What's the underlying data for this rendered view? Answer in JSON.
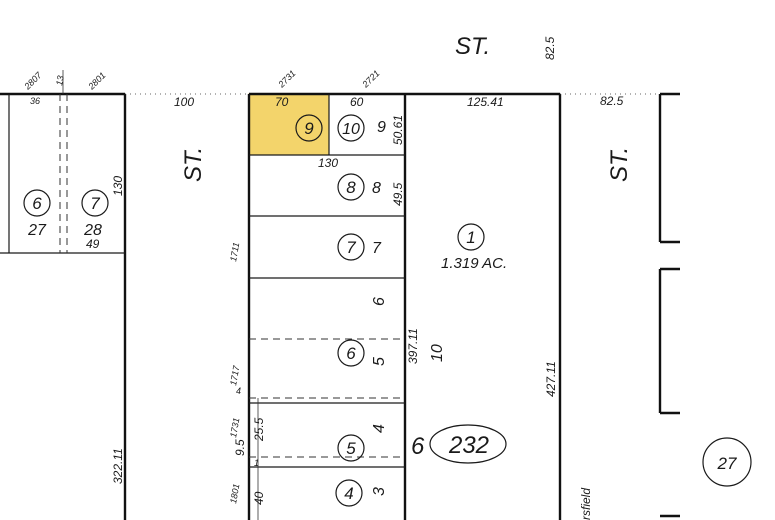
{
  "map": {
    "highlight_color": "#f3d46b",
    "highlighted_parcel": "9",
    "streets": {
      "top": "ST.",
      "left_vertical": "ST.",
      "right_vertical": "ST.",
      "bottom_right_partial": "rsfield"
    },
    "block": {
      "prefix": "6",
      "number": "232",
      "neighbor_block": "27"
    },
    "dims": {
      "top_right_825": "82.5",
      "right_825": "82.5",
      "d100": "100",
      "d70": "70",
      "d60": "60",
      "d12541": "125.41",
      "d5061": "50.61",
      "d130_top": "130",
      "d130_left": "130",
      "d495": "49.5",
      "d49": "49",
      "d39711": "397.11",
      "d42711": "427.11",
      "d32211": "322.11",
      "d255": "25.5",
      "d95": "9.5",
      "d40": "40"
    },
    "addresses": {
      "a2807": "2807",
      "a13": "13",
      "a2801": "2801",
      "a2731": "2731",
      "a2721": "2721",
      "a1711": "1711",
      "a1717": "1717",
      "a1731": "1731",
      "a1801": "1801"
    },
    "parcels_left": [
      {
        "circle": "6",
        "lot": "27"
      },
      {
        "circle": "7",
        "lot": "28"
      }
    ],
    "parcels_main": [
      {
        "circle": "9",
        "lot": ""
      },
      {
        "circle": "10",
        "lot": "9"
      },
      {
        "circle": "8",
        "lot": "8"
      },
      {
        "circle": "7",
        "lot": "7"
      },
      {
        "circle": "",
        "lot": "6"
      },
      {
        "circle": "6",
        "lot": "5"
      },
      {
        "circle": "5",
        "lot": "4"
      },
      {
        "circle": "4",
        "lot": "3"
      }
    ],
    "large_parcel": {
      "circle": "1",
      "area": "1.319 AC.",
      "lot": "10"
    },
    "misc_labels": {
      "m4": "4",
      "m1": "1",
      "m36": "36"
    }
  }
}
